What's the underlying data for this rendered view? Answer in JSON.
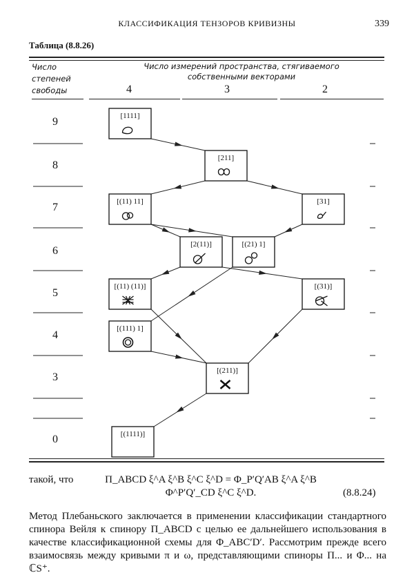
{
  "header": {
    "running_title": "КЛАССИФИКАЦИЯ ТЕНЗОРОВ КРИВИЗНЫ",
    "page_number": "339"
  },
  "table": {
    "caption": "Таблица (8.8.26)",
    "col0_header": [
      "Число",
      "степеней",
      "свободы"
    ],
    "span_header": [
      "Число измерений пространства, стягиваемого",
      "собственными векторами"
    ],
    "columns": [
      "4",
      "3",
      "2"
    ],
    "rows": [
      "9",
      "8",
      "7",
      "6",
      "5",
      "4",
      "3",
      "0"
    ],
    "nodes": [
      {
        "id": "n1111",
        "label": "[1111]",
        "glyph": "loop"
      },
      {
        "id": "n211",
        "label": "[211]",
        "glyph": "figure-eight"
      },
      {
        "id": "n11_11",
        "label": "[(11) 11]",
        "glyph": "two-circles"
      },
      {
        "id": "n31",
        "label": "[31]",
        "glyph": "cusp-loop"
      },
      {
        "id": "n2_11",
        "label": "[2(11)]",
        "glyph": "circle-tangent"
      },
      {
        "id": "n21_1",
        "label": "[(21) 1]",
        "glyph": "touching-circles"
      },
      {
        "id": "n11_11b",
        "label": "[(11) (11)]",
        "glyph": "crossed-lines"
      },
      {
        "id": "n31b",
        "label": "[(31)]",
        "glyph": "circle-cross"
      },
      {
        "id": "n111_1",
        "label": "[(111) 1]",
        "glyph": "concentric-circles"
      },
      {
        "id": "n211b",
        "label": "[(211)]",
        "glyph": "cross"
      },
      {
        "id": "n1111b",
        "label": "[(1111)]",
        "glyph": "none"
      }
    ],
    "edges": [
      [
        "n1111",
        "n211"
      ],
      [
        "n211",
        "n11_11"
      ],
      [
        "n211",
        "n31"
      ],
      [
        "n11_11",
        "n2_11"
      ],
      [
        "n11_11",
        "n21_1"
      ],
      [
        "n31",
        "n21_1"
      ],
      [
        "n2_11",
        "n11_11b"
      ],
      [
        "n2_11",
        "n31b"
      ],
      [
        "n21_1",
        "n111_1"
      ],
      [
        "n11_11b",
        "n211b"
      ],
      [
        "n31b",
        "n211b"
      ],
      [
        "n111_1",
        "n211b"
      ],
      [
        "n211b",
        "n1111b"
      ]
    ]
  },
  "text": {
    "lead": "такой, что",
    "equation": "Π_ABCD ξ^A ξ^B ξ^C ξ^D = Φ_P′Q′AB ξ^A ξ^B Φ^P′Q′_CD ξ^C ξ^D.",
    "equation_number": "(8.8.24)",
    "paragraph": "Метод Плебаньского заключается в применении классификации стандартного спинора Вейля к спинору Π_ABCD с целью ее дальнейшего использования в качестве классификационной схемы для Φ_ABC′D′. Рассмотрим прежде всего взаимосвязь между кривыми π и ω, представляющими спиноры Π... и Φ... на ℂS⁺."
  }
}
